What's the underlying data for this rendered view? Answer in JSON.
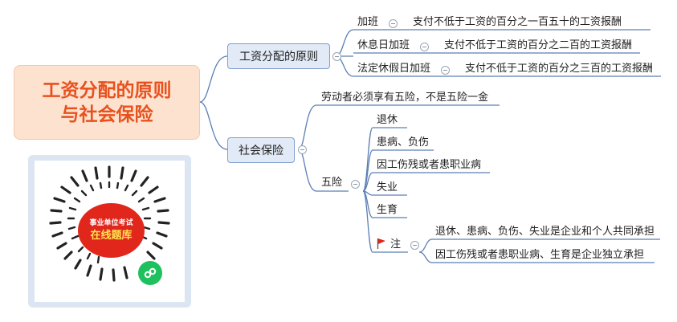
{
  "root": {
    "line1": "工资分配的原则",
    "line2": "与社会保险"
  },
  "branch_principles": {
    "label": "工资分配的原则",
    "items": [
      {
        "label": "加班",
        "detail": "支付不低于工资的百分之一百五十的工资报酬"
      },
      {
        "label": "休息日加班",
        "detail": "支付不低于工资的百分之二百的工资报酬"
      },
      {
        "label": "法定休假日加班",
        "detail": "支付不低于工资的百分之三百的工资报酬"
      }
    ]
  },
  "branch_insurance": {
    "label": "社会保险",
    "statement": "劳动者必须享有五险，不是五险一金",
    "five_label": "五险",
    "five_items": [
      "退休",
      "患病、负伤",
      "因工伤残或者患职业病",
      "失业",
      "生育"
    ],
    "note_label": "注",
    "notes": [
      "退休、患病、负伤、失业是企业和个人共同承担",
      "因工伤残或者患职业病、生育是企业独立承担"
    ]
  },
  "qr": {
    "badge_line1": "事业单位考试",
    "badge_line2": "在线题库"
  },
  "colors": {
    "line": "#5b7fb5",
    "root_fill": "#fde2cf",
    "root_text": "#e8511e",
    "box_fill": "#e1eaf6",
    "flag": "#e1261c"
  },
  "icons": {
    "collapse": "collapse-icon",
    "flag": "flag-icon",
    "mini_program": "mini-program-icon"
  }
}
